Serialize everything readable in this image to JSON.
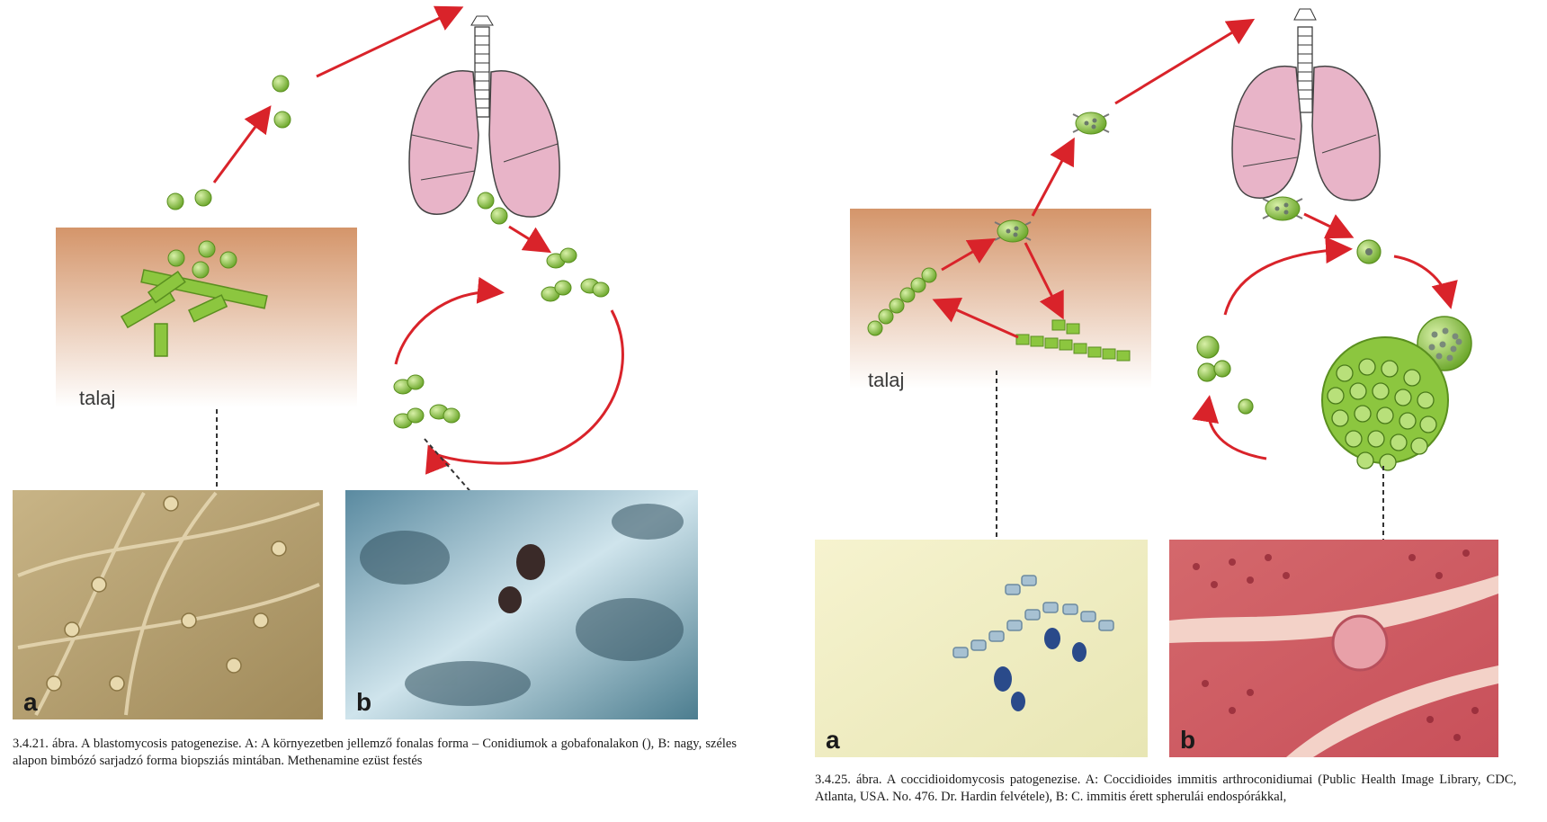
{
  "figures": [
    {
      "id": "blastomycosis",
      "soil_label": "talaj",
      "photo_a_label": "a",
      "photo_b_label": "b",
      "caption": "3.4.21. ábra. A blastomycosis patogenezise. A: A környezetben jellemző fonalas forma – Conidiumok a gobafonalakon (), B: nagy, széles alapon bimbózó sarjadzó forma biopsziás mintában. Methenamine ezüst festés"
    },
    {
      "id": "coccidioidomycosis",
      "soil_label": "talaj",
      "photo_a_label": "a",
      "photo_b_label": "b",
      "caption": "3.4.25. ábra. A coccidioidomycosis patogenezise. A: Coccidioides immitis arthroconidiumai (Public Health Image Library, CDC, Atlanta, USA. No. 476. Dr. Hardin felvétele), B: C. immitis érett spherulái endospórákkal,"
    }
  ],
  "colors": {
    "arrow": "#d9232a",
    "fungus": "#8cc63f",
    "fungus_dark": "#5a8f1f",
    "soil_top": "#d4956a",
    "lung": "#e8b4c8",
    "outline": "#444444"
  },
  "icons": [
    "lung-icon",
    "trachea-icon",
    "spore-icon",
    "hypha-icon",
    "spherule-icon"
  ]
}
